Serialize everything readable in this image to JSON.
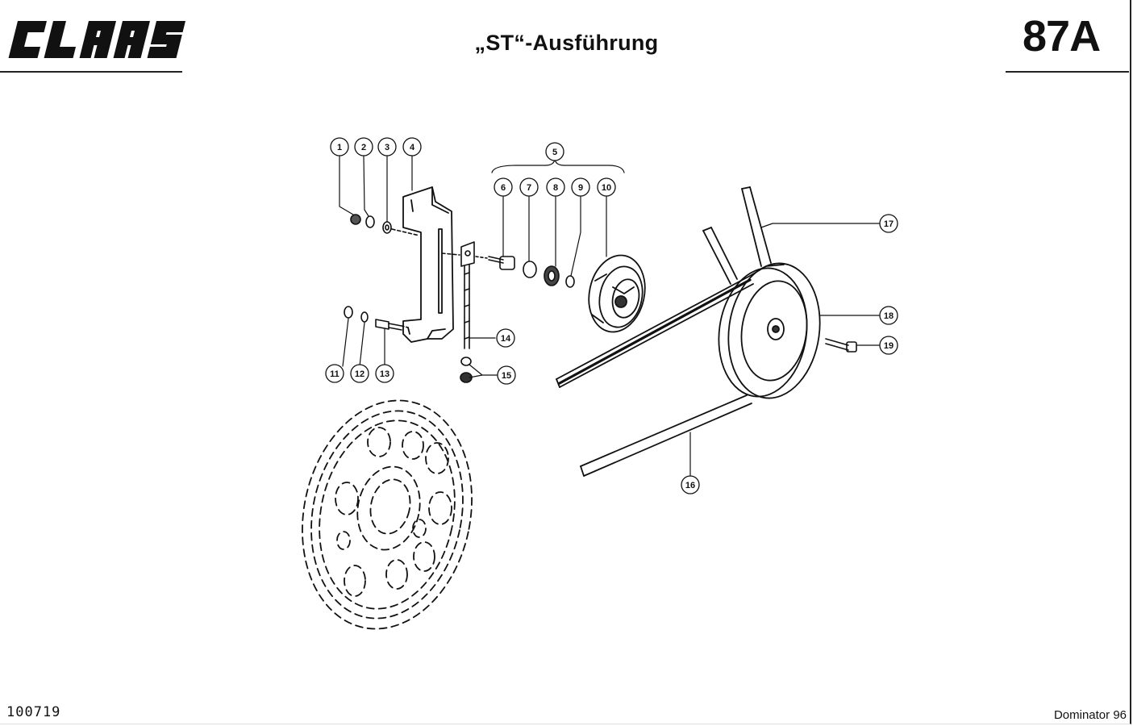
{
  "header": {
    "brand": "CLAAS",
    "title": "„ST“-Ausführung",
    "sheet_number": "87A"
  },
  "footer": {
    "drawing_number": "100719",
    "model": "Dominator 96"
  },
  "callouts": [
    "1",
    "2",
    "3",
    "4",
    "5",
    "6",
    "7",
    "8",
    "9",
    "10",
    "11",
    "12",
    "13",
    "14",
    "15",
    "16",
    "17",
    "18",
    "19"
  ]
}
